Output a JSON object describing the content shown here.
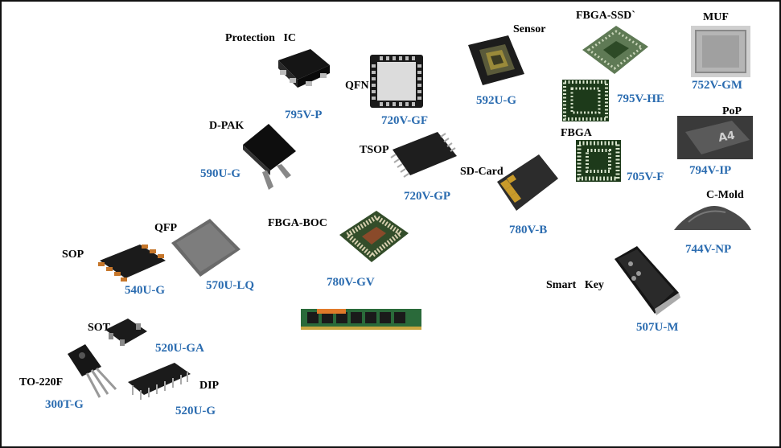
{
  "colors": {
    "code_text": "#2b6cb0",
    "label_text": "#000000",
    "border": "#111111"
  },
  "packages": {
    "protection_ic": {
      "name": "Protection   IC",
      "code": "795V-P",
      "icon": "protection-ic-chip-icon"
    },
    "qfn": {
      "name": "QFN",
      "code": "720V-GF",
      "icon": "qfn-chip-icon"
    },
    "sensor": {
      "name": "Sensor",
      "code": "592U-G",
      "icon": "image-sensor-icon"
    },
    "fbga_ssd": {
      "name": "FBGA-SSD`",
      "code": "795V-HE",
      "icon": "fbga-ssd-chip-icon"
    },
    "muf": {
      "name": "MUF",
      "code": "752V-GM",
      "icon": "muf-chip-icon"
    },
    "d_pak": {
      "name": "D-PAK",
      "code": "590U-G",
      "icon": "d-pak-transistor-icon"
    },
    "tsop": {
      "name": "TSOP",
      "code": "720V-GP",
      "icon": "tsop-chip-icon"
    },
    "sd_card": {
      "name": "SD-Card",
      "code": "780V-B",
      "icon": "sd-card-chip-icon"
    },
    "fbga": {
      "name": "FBGA",
      "code": "705V-F",
      "icon": "fbga-chip-icon"
    },
    "pop": {
      "name": "PoP",
      "code": "794V-IP",
      "icon": "pop-processor-icon",
      "chip_text": "A4"
    },
    "c_mold": {
      "name": "C-Mold",
      "code": "744V-NP",
      "icon": "mold-compound-powder-icon"
    },
    "qfp": {
      "name": "QFP",
      "code": "570U-LQ",
      "icon": "qfp-chip-icon"
    },
    "sop": {
      "name": "SOP",
      "code": "540U-G",
      "icon": "sop-chip-icon"
    },
    "fbga_boc": {
      "name": "FBGA-BOC",
      "code": "780V-GV",
      "icon": "fbga-boc-chip-icon"
    },
    "memory_module": {
      "icon": "memory-module-icon"
    },
    "smart_key": {
      "name": "Smart   Key",
      "code": "507U-M",
      "icon": "smart-key-fob-icon"
    },
    "sot": {
      "name": "SOT",
      "code": "520U-GA",
      "icon": "sot-transistor-icon"
    },
    "to_220f": {
      "name": "TO-220F",
      "code": "300T-G",
      "icon": "to-220f-transistor-icon"
    },
    "dip": {
      "name": "DIP",
      "code": "520U-G",
      "icon": "dip-chip-icon"
    }
  }
}
